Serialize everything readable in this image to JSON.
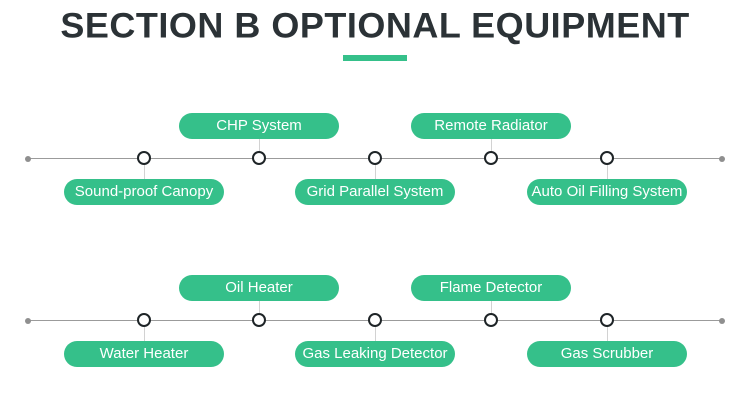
{
  "title": "SECTION B OPTIONAL EQUIPMENT",
  "colors": {
    "accent_green": "#35c08a",
    "title_color": "#2b3236",
    "line_gray": "#9b9b9b",
    "node_ring": "#1e2427",
    "pill_text": "#ffffff"
  },
  "timelines": [
    {
      "name": "optional-equipment-row-1",
      "items": [
        {
          "label": "Sound-proof Canopy",
          "position": "below"
        },
        {
          "label": "CHP System",
          "position": "above"
        },
        {
          "label": "Grid Parallel System",
          "position": "below"
        },
        {
          "label": "Remote Radiator",
          "position": "above"
        },
        {
          "label": "Auto Oil Filling System",
          "position": "below"
        }
      ]
    },
    {
      "name": "optional-equipment-row-2",
      "items": [
        {
          "label": "Water Heater",
          "position": "below"
        },
        {
          "label": "Oil Heater",
          "position": "above"
        },
        {
          "label": "Gas Leaking Detector",
          "position": "below"
        },
        {
          "label": "Flame Detector",
          "position": "above"
        },
        {
          "label": "Gas Scrubber",
          "position": "below"
        }
      ]
    }
  ]
}
